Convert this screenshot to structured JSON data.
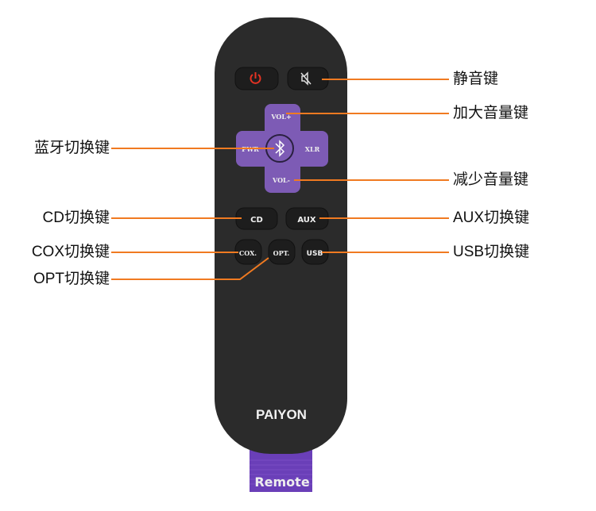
{
  "remote": {
    "brand": "PAIYON",
    "strap_text": "Remote",
    "buttons": {
      "vol_up": "VOL+",
      "vol_down": "VOL-",
      "pwr": "PWR",
      "xlr": "XLR",
      "cd": "CD",
      "aux": "AUX",
      "cox": "COX.",
      "opt": "OPT.",
      "usb": "USB"
    }
  },
  "labels": {
    "mute": "静音键",
    "vol_up": "加大音量键",
    "bluetooth": "蓝牙切换键",
    "vol_down": "减少音量键",
    "cd": "CD切换键",
    "aux": "AUX切换键",
    "cox": "COX切换键",
    "usb": "USB切换键",
    "opt": "OPT切换键"
  },
  "colors": {
    "body": "#2b2b2b",
    "dpad": "#7d5bb5",
    "leader": "#f07a21",
    "power": "#e53323",
    "strap": "#6a3fb8"
  }
}
